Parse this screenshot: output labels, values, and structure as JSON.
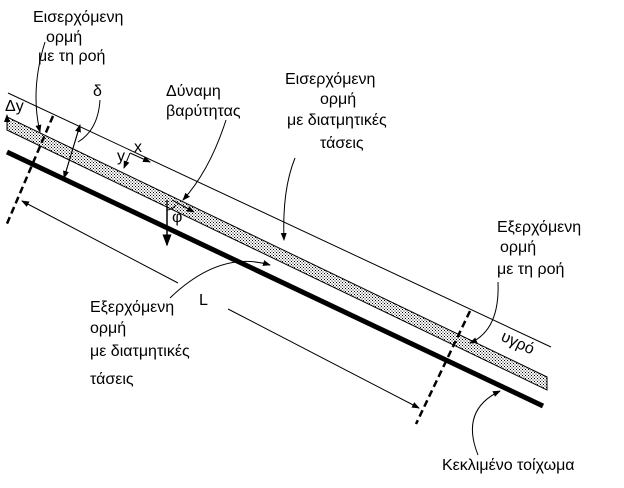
{
  "labels": {
    "incoming_flow": [
      "Εισερχόμενη",
      "ορμή",
      "με τη ροή"
    ],
    "delta": "δ",
    "delta_y": "Δy",
    "gravity": [
      "Δύναμη",
      "βαρύτητας"
    ],
    "incoming_shear": [
      "Εισερχόμενη",
      "ορμή",
      "με διατμητικές",
      "τάσεις"
    ],
    "y_axis": "y",
    "x_axis": "x",
    "phi": "φ",
    "outgoing_flow": [
      "Εξερχόμενη",
      "ορμή",
      "με τη ροή"
    ],
    "length": "L",
    "outgoing_shear": [
      "Εξερχόμενη",
      "ορμή",
      "με διατμητικές",
      "τάσεις"
    ],
    "fluid": "υγρό",
    "inclined_wall": "Κεκλιμένο τοίχωμα"
  }
}
